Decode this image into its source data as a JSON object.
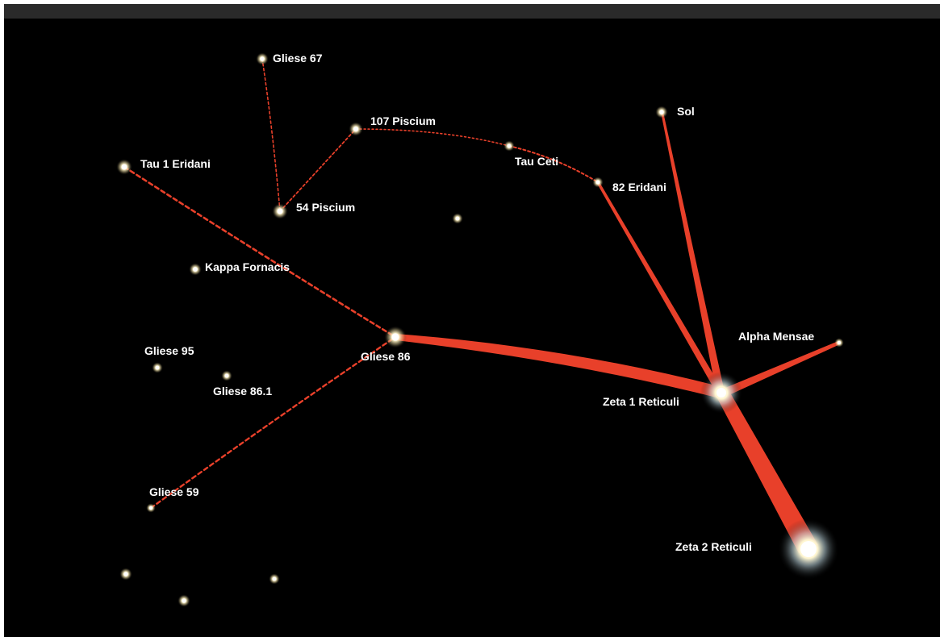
{
  "colors": {
    "background": "#000000",
    "topbar": "#2a2a2a",
    "route": "#e8402a",
    "star_core": "#ffffff",
    "star_glow": "#fff4c8",
    "label": "#ffffff"
  },
  "labels": {
    "gliese_67": "Gliese 67",
    "piscium_107": "107 Piscium",
    "sol": "Sol",
    "tau_1_eridani": "Tau 1 Eridani",
    "tau_ceti": "Tau Ceti",
    "eridani_82": "82 Eridani",
    "piscium_54": "54 Piscium",
    "kappa_fornacis": "Kappa Fornacis",
    "alpha_mensae": "Alpha Mensae",
    "gliese_95": "Gliese 95",
    "gliese_86": "Gliese 86",
    "gliese_86_1": "Gliese 86.1",
    "zeta_1_reticuli": "Zeta 1 Reticuli",
    "gliese_59": "Gliese 59",
    "zeta_2_reticuli": "Zeta 2 Reticuli"
  }
}
